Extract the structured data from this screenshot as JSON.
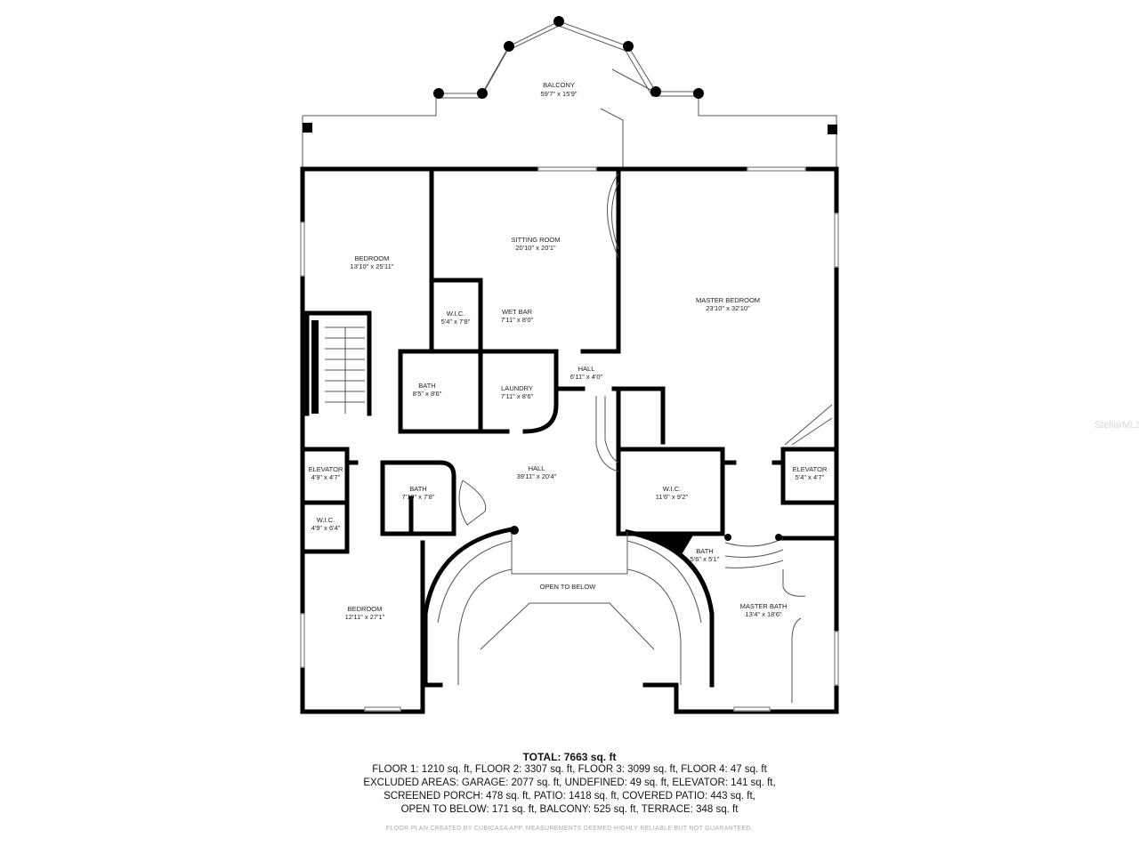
{
  "rooms": {
    "balcony": {
      "name": "BALCONY",
      "size": "59'7\" x 15'9\""
    },
    "bedroom1": {
      "name": "BEDROOM",
      "size": "13'10\" x 25'11\""
    },
    "sitting_room": {
      "name": "SITTING ROOM",
      "size": "20'10\" x 20'1\""
    },
    "master_bedroom": {
      "name": "MASTER BEDROOM",
      "size": "23'10\" x 32'10\""
    },
    "wic1": {
      "name": "W.I.C.",
      "size": "5'4\" x 7'8\""
    },
    "wet_bar": {
      "name": "WET BAR",
      "size": "7'11\" x 8'0\""
    },
    "bath1": {
      "name": "BATH",
      "size": "8'5\" x 8'6\""
    },
    "laundry": {
      "name": "LAUNDRY",
      "size": "7'11\" x 8'6\""
    },
    "hall1": {
      "name": "HALL",
      "size": "6'11\" x 4'0\""
    },
    "hall2": {
      "name": "HALL",
      "size": "39'11\" x 20'4\""
    },
    "elevator1": {
      "name": "ELEVATOR",
      "size": "4'9\" x 4'7\""
    },
    "wic2": {
      "name": "W.I.C.",
      "size": "4'9\" x 6'4\""
    },
    "bath2": {
      "name": "BATH",
      "size": "7'10\" x 7'8\""
    },
    "wic3": {
      "name": "W.I.C.",
      "size": "11'6\" x 9'2\""
    },
    "elevator2": {
      "name": "ELEVATOR",
      "size": "5'4\" x 4'7\""
    },
    "bath3": {
      "name": "BATH",
      "size": "5'6\" x 5'1\""
    },
    "open_to_below": {
      "name": "OPEN TO BELOW"
    },
    "master_bath": {
      "name": "MASTER BATH",
      "size": "13'4\" x 18'6\""
    },
    "bedroom2": {
      "name": "BEDROOM",
      "size": "12'11\" x 27'1\""
    }
  },
  "summary": {
    "total": "TOTAL: 7663 sq. ft",
    "lines": [
      "FLOOR 1: 1210 sq. ft, FLOOR 2: 3307 sq. ft, FLOOR 3: 3099 sq. ft, FLOOR 4: 47 sq. ft",
      "EXCLUDED AREAS: GARAGE: 2077 sq. ft, UNDEFINED: 49 sq. ft, ELEVATOR: 141 sq. ft,",
      "SCREENED PORCH: 478 sq. ft, PATIO: 1418 sq. ft, COVERED PATIO: 443 sq. ft,",
      "OPEN TO BELOW: 171 sq. ft, BALCONY: 525 sq. ft, TERRACE: 348 sq. ft"
    ],
    "footer": "FLOOR PLAN CREATED BY CUBICASA APP. MEASUREMENTS DEEMED HIGHLY RELIABLE BUT NOT GUARANTEED."
  },
  "watermark": "StellarMLS",
  "colors": {
    "walls": "#000000",
    "text": "#222222",
    "footer": "#aaaaaa"
  }
}
